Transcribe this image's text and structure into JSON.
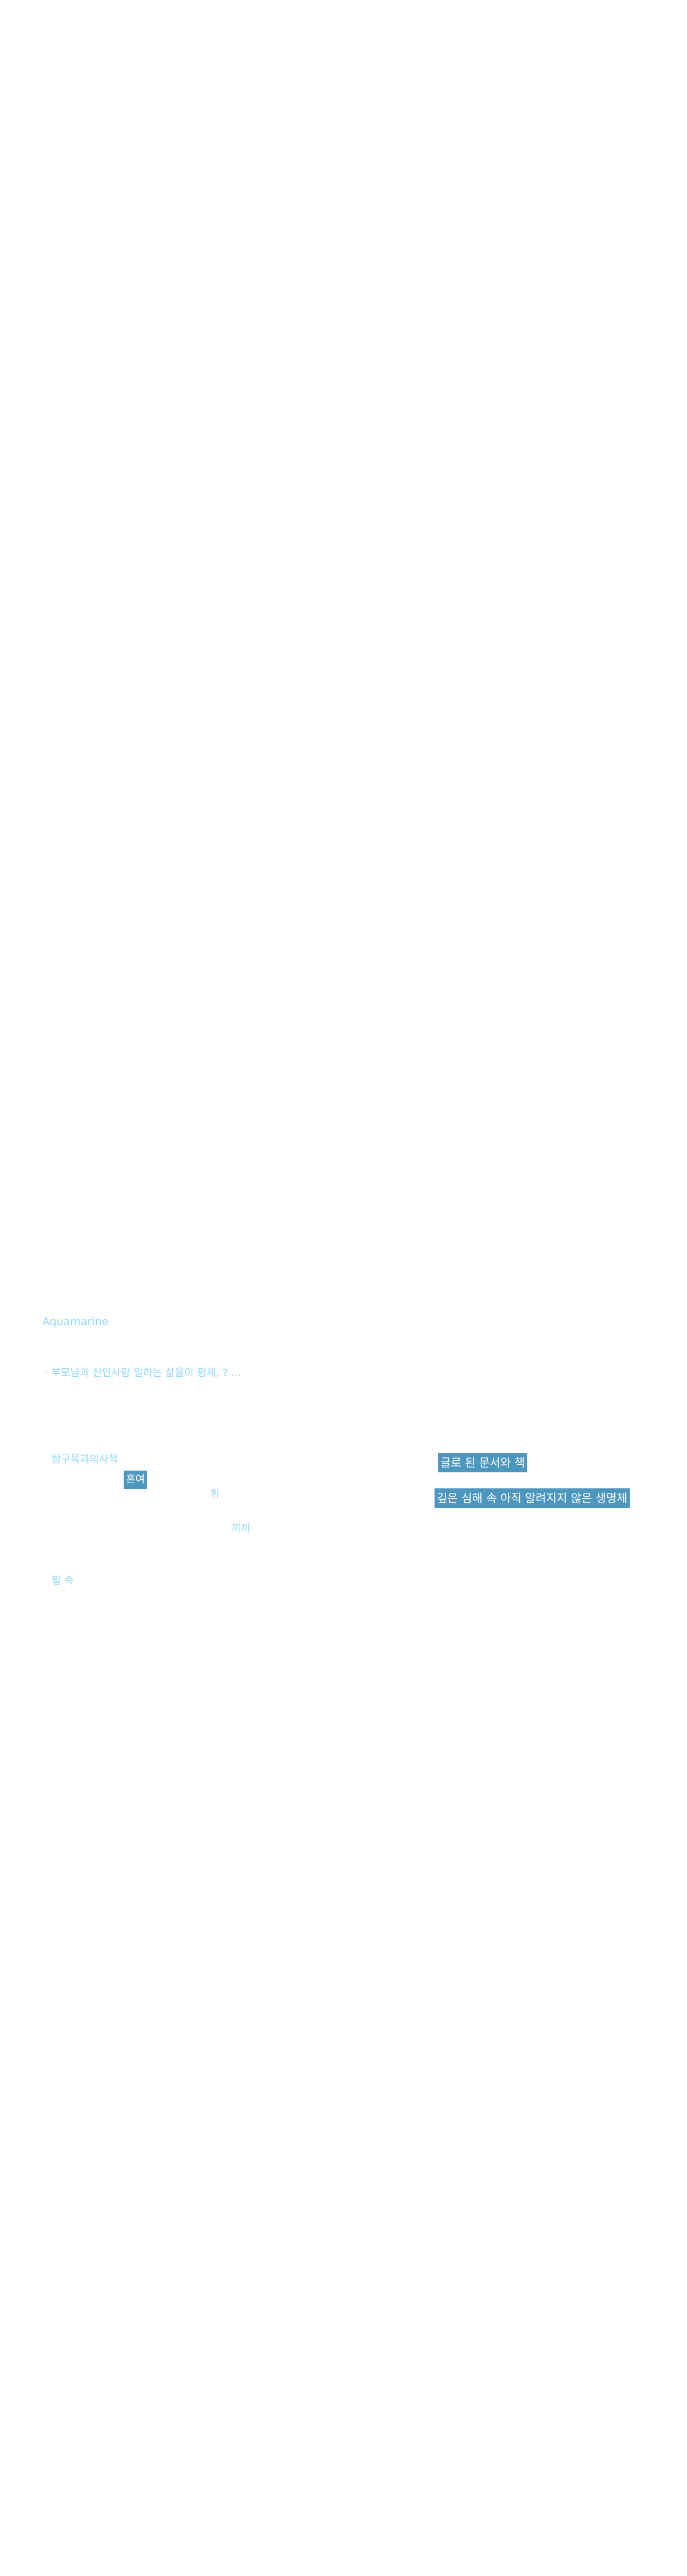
{
  "header": {
    "brand": "Aquamarine",
    "tagline": "· 부모님과 친인사람 일하는 삶을이 펑제, ? ..."
  },
  "content": {
    "left_label_1": "탐구목과의사적",
    "left_tag_1": "혼여",
    "mid_label_1": "휘",
    "mid_label_2": "끼끼",
    "bottom_label": "필 속",
    "right_tag_1": "글로 된 문서와 책",
    "right_tag_2": "깊은 심해 속 아직 알려지지 않은 생명체"
  }
}
